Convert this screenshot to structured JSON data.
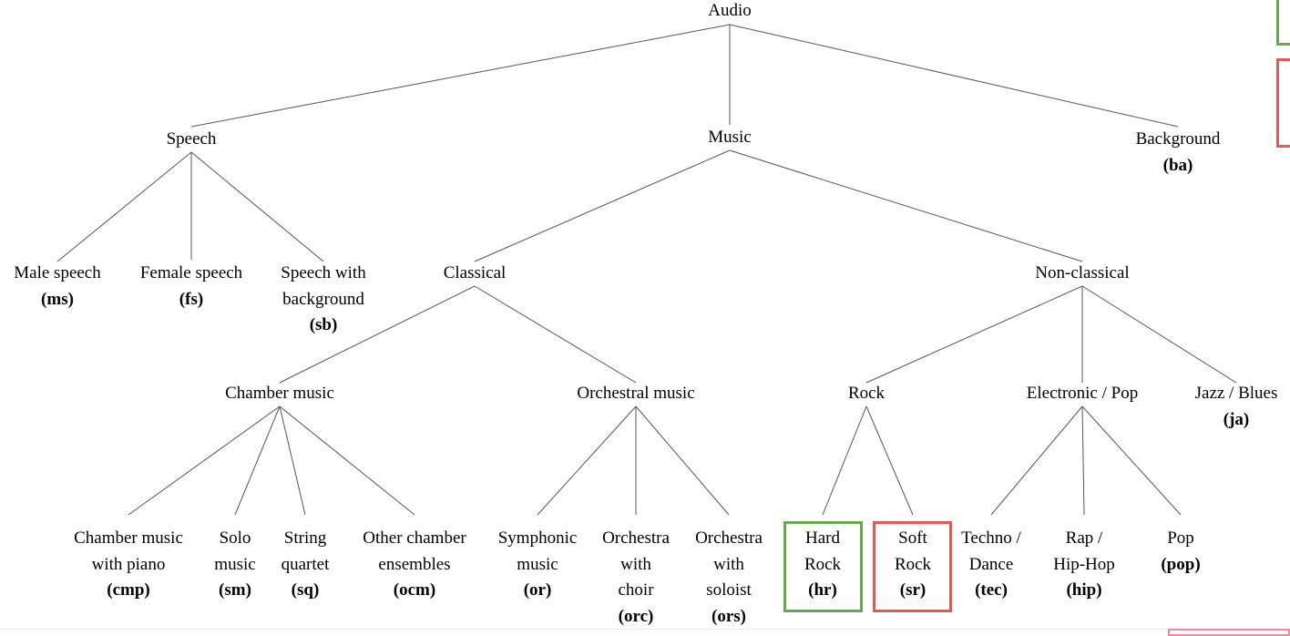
{
  "colors": {
    "edge": "#555555",
    "highlight_green": "#6aa84f",
    "highlight_red": "#e05a5a"
  },
  "nodes": [
    {
      "id": "audio",
      "lines": [
        "Audio"
      ],
      "abbr": ""
    },
    {
      "id": "speech",
      "lines": [
        "Speech"
      ],
      "abbr": ""
    },
    {
      "id": "music",
      "lines": [
        "Music"
      ],
      "abbr": ""
    },
    {
      "id": "background",
      "lines": [
        "Background"
      ],
      "abbr": "(ba)"
    },
    {
      "id": "ms",
      "lines": [
        "Male speech"
      ],
      "abbr": "(ms)"
    },
    {
      "id": "fs",
      "lines": [
        "Female speech"
      ],
      "abbr": "(fs)"
    },
    {
      "id": "sb",
      "lines": [
        "Speech with",
        "background"
      ],
      "abbr": "(sb)"
    },
    {
      "id": "classical",
      "lines": [
        "Classical"
      ],
      "abbr": ""
    },
    {
      "id": "nonclassical",
      "lines": [
        "Non-classical"
      ],
      "abbr": ""
    },
    {
      "id": "chamber",
      "lines": [
        "Chamber music"
      ],
      "abbr": ""
    },
    {
      "id": "orchestral",
      "lines": [
        "Orchestral music"
      ],
      "abbr": ""
    },
    {
      "id": "rock",
      "lines": [
        "Rock"
      ],
      "abbr": ""
    },
    {
      "id": "electronic",
      "lines": [
        "Electronic / Pop"
      ],
      "abbr": ""
    },
    {
      "id": "jazz",
      "lines": [
        "Jazz / Blues"
      ],
      "abbr": "(ja)"
    },
    {
      "id": "cmp",
      "lines": [
        "Chamber music",
        "with piano"
      ],
      "abbr": "(cmp)"
    },
    {
      "id": "sm",
      "lines": [
        "Solo",
        "music"
      ],
      "abbr": "(sm)"
    },
    {
      "id": "sq",
      "lines": [
        "String",
        "quartet"
      ],
      "abbr": "(sq)"
    },
    {
      "id": "ocm",
      "lines": [
        "Other chamber",
        "ensembles"
      ],
      "abbr": "(ocm)"
    },
    {
      "id": "or",
      "lines": [
        "Symphonic",
        "music"
      ],
      "abbr": "(or)"
    },
    {
      "id": "orc",
      "lines": [
        "Orchestra",
        "with",
        "choir"
      ],
      "abbr": "(orc)"
    },
    {
      "id": "ors",
      "lines": [
        "Orchestra",
        "with",
        "soloist"
      ],
      "abbr": "(ors)"
    },
    {
      "id": "hr",
      "lines": [
        "Hard",
        "Rock"
      ],
      "abbr": "(hr)"
    },
    {
      "id": "sr",
      "lines": [
        "Soft",
        "Rock"
      ],
      "abbr": "(sr)"
    },
    {
      "id": "tec",
      "lines": [
        "Techno /",
        "Dance"
      ],
      "abbr": "(tec)"
    },
    {
      "id": "hip",
      "lines": [
        "Rap /",
        "Hip-Hop"
      ],
      "abbr": "(hip)"
    },
    {
      "id": "pop",
      "lines": [
        "Pop"
      ],
      "abbr": "(pop)"
    }
  ],
  "edges": [
    [
      "audio",
      "speech"
    ],
    [
      "audio",
      "music"
    ],
    [
      "audio",
      "background"
    ],
    [
      "speech",
      "ms"
    ],
    [
      "speech",
      "fs"
    ],
    [
      "speech",
      "sb"
    ],
    [
      "music",
      "classical"
    ],
    [
      "music",
      "nonclassical"
    ],
    [
      "classical",
      "chamber"
    ],
    [
      "classical",
      "orchestral"
    ],
    [
      "nonclassical",
      "rock"
    ],
    [
      "nonclassical",
      "electronic"
    ],
    [
      "nonclassical",
      "jazz"
    ],
    [
      "chamber",
      "cmp"
    ],
    [
      "chamber",
      "sm"
    ],
    [
      "chamber",
      "sq"
    ],
    [
      "chamber",
      "ocm"
    ],
    [
      "orchestral",
      "or"
    ],
    [
      "orchestral",
      "orc"
    ],
    [
      "orchestral",
      "ors"
    ],
    [
      "rock",
      "hr"
    ],
    [
      "rock",
      "sr"
    ],
    [
      "electronic",
      "tec"
    ],
    [
      "electronic",
      "hip"
    ],
    [
      "electronic",
      "pop"
    ]
  ],
  "highlights": [
    {
      "node": "hr",
      "color": "highlight_green"
    },
    {
      "node": "sr",
      "color": "highlight_red"
    }
  ]
}
